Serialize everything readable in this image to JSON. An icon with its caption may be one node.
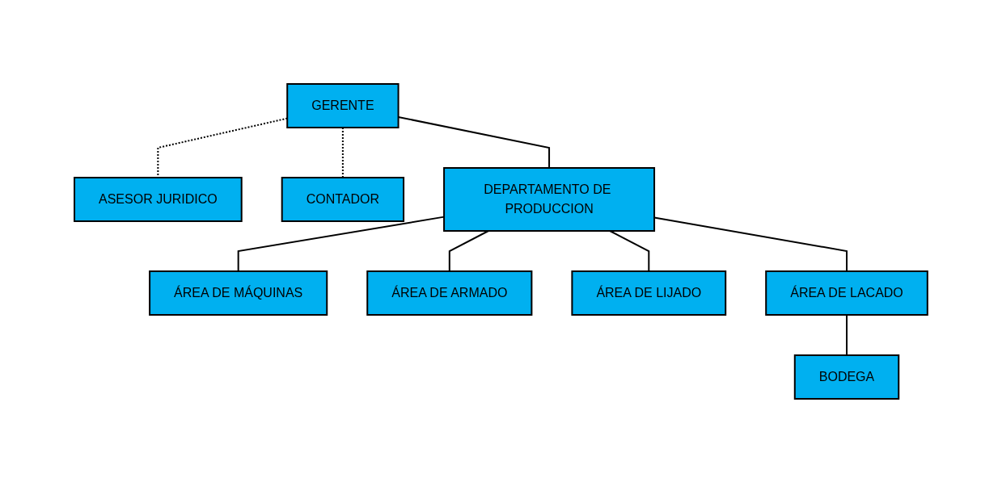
{
  "diagram": {
    "nodes": [
      {
        "text": [
          "GERENTE"
        ]
      },
      {
        "text": [
          "ASESOR JURIDICO"
        ]
      },
      {
        "text": [
          "CONTADOR"
        ]
      },
      {
        "text": [
          "DEPARTAMENTO DE PRODUCCION"
        ]
      },
      {
        "text": [
          "ÁREA DE MÁQUINAS"
        ]
      },
      {
        "text": [
          "ÁREA DE ARMADO"
        ]
      },
      {
        "text": [
          "ÁREA DE LIJADO"
        ]
      },
      {
        "text": [
          "ÁREA DE LACADO"
        ]
      },
      {
        "text": [
          "BODEGA"
        ]
      }
    ],
    "edges": [
      {
        "from": 0,
        "to": 1,
        "arrow": "none",
        "style": "dashed"
      },
      {
        "from": 0,
        "to": 2,
        "arrow": "none",
        "style": "dashed"
      },
      {
        "from": 0,
        "to": 3,
        "arrow": "none"
      },
      {
        "from": 3,
        "to": 4,
        "arrow": "none"
      },
      {
        "from": 3,
        "to": 5,
        "arrow": "none"
      },
      {
        "from": 3,
        "to": 6,
        "arrow": "none"
      },
      {
        "from": 3,
        "to": 7,
        "arrow": "none"
      },
      {
        "from": 7,
        "to": 8,
        "arrow": "none"
      }
    ]
  }
}
